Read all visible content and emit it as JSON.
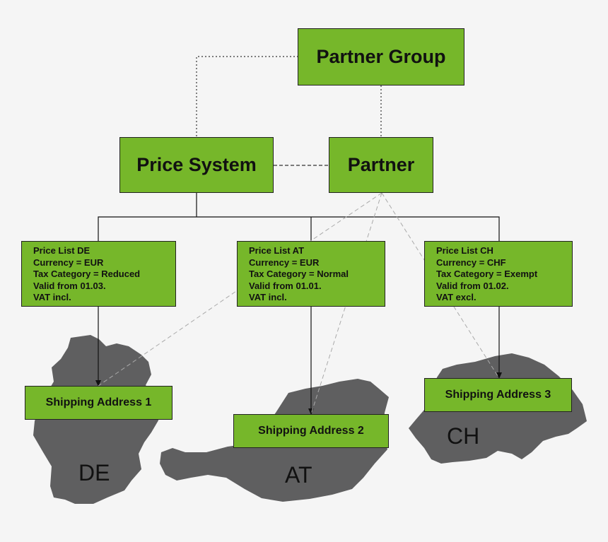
{
  "partner_group": "Partner Group",
  "price_system": "Price System",
  "partner": "Partner",
  "price_lists": [
    {
      "name": "Price List DE",
      "currency": "Currency = EUR",
      "tax": "Tax Category = Reduced",
      "valid": "Valid from 01.03.",
      "vat": "VAT incl."
    },
    {
      "name": "Price List AT",
      "currency": "Currency = EUR",
      "tax": "Tax Category = Normal",
      "valid": "Valid from 01.01.",
      "vat": "VAT incl."
    },
    {
      "name": "Price List CH",
      "currency": "Currency = CHF",
      "tax": "Tax Category = Exempt",
      "valid": "Valid from 01.02.",
      "vat": "VAT excl."
    }
  ],
  "shipping_addresses": [
    "Shipping Address 1",
    "Shipping Address 2",
    "Shipping Address 3"
  ],
  "countries": [
    "DE",
    "AT",
    "CH"
  ],
  "colors": {
    "box_fill": "#76b72a",
    "map_fill": "#5f5f60",
    "background": "#f5f5f5"
  }
}
